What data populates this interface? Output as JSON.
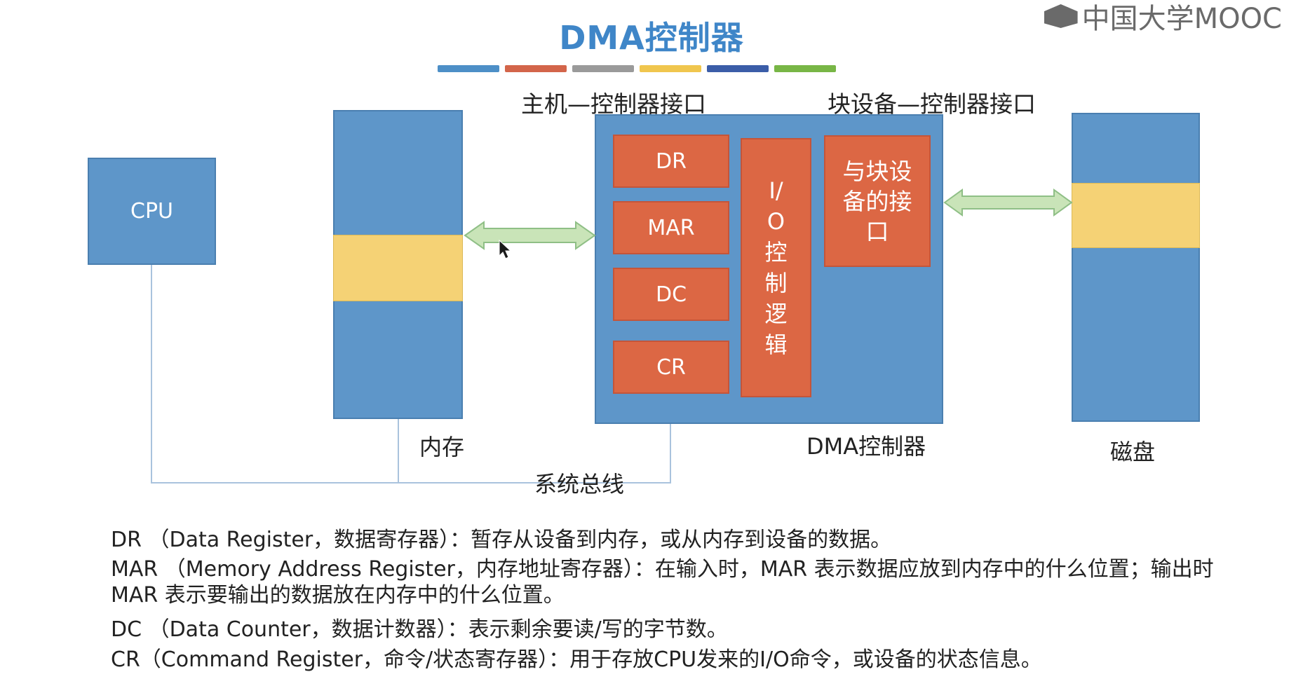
{
  "slide": {
    "title": "DMA控制器",
    "logo_text": "中国大学MOOC",
    "stripe_colors": [
      "#4d8fc7",
      "#d3654a",
      "#9a9a9a",
      "#f0c64e",
      "#3b5da8",
      "#78b646"
    ]
  },
  "diagram": {
    "host_interface_label": "主机—控制器接口",
    "device_interface_label": "块设备—控制器接口",
    "cpu_label": "CPU",
    "memory_label": "内存",
    "dma_label": "DMA控制器",
    "disk_label": "磁盘",
    "bus_label": "系统总线",
    "registers": [
      "DR",
      "MAR",
      "DC",
      "CR"
    ],
    "io_logic_label": "I/O控制逻辑",
    "device_iface_label": "与块设备的接口",
    "colors": {
      "blue": "#5e96c9",
      "red": "#dc6744",
      "yellow": "#f5d275",
      "arrow": "#c9e4b8"
    }
  },
  "descriptions": [
    "DR （Data Register，数据寄存器）：暂存从设备到内存，或从内存到设备的数据。",
    "MAR （Memory Address Register，内存地址寄存器）：在输入时，MAR 表示数据应放到内存中的什么位置；输出时 MAR 表示要输出的数据放在内存中的什么位置。",
    "DC （Data Counter，数据计数器）：表示剩余要读/写的字节数。",
    "CR（Command Register，命令/状态寄存器）：用于存放CPU发来的I/O命令，或设备的状态信息。"
  ]
}
